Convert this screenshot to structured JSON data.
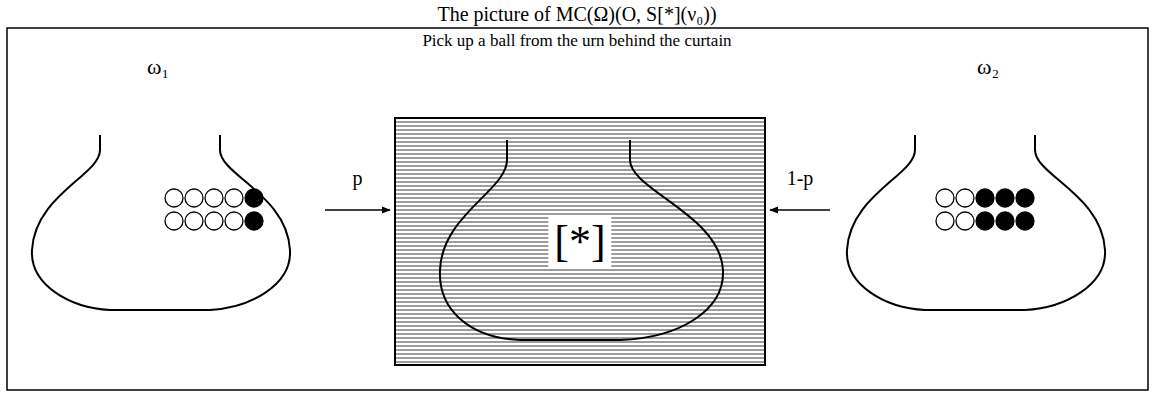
{
  "diagram": {
    "title": "The picture of MC(Ω)(O, S[*](ν₀))",
    "nodes": [
      {
        "text": [
          "ω₁"
        ]
      },
      {
        "text": [
          "[*]"
        ]
      },
      {
        "text": [
          "ω₂"
        ]
      }
    ],
    "edges": [
      {
        "from": 0,
        "to": 1,
        "arrow": "to",
        "label": "p"
      },
      {
        "from": 2,
        "to": 1,
        "arrow": "to",
        "label": "1-p"
      }
    ],
    "labels": [
      "Pick up a ball from the urn behind the curtain"
    ]
  }
}
